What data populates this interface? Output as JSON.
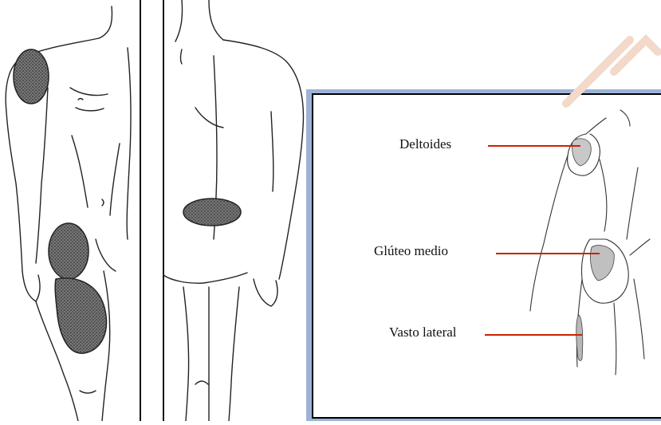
{
  "colors": {
    "line": "#222222",
    "shaded_region": "#555555",
    "pointer": "#cc2200",
    "inset_border": "#000000",
    "inset_frame_shadow": "#9db3d6",
    "watermark": "#f3d9c9"
  },
  "injection_sites": {
    "deltoides": "Deltoides",
    "gluteo_medio": "Glúteo medio",
    "vasto_lateral": "Vasto lateral"
  }
}
